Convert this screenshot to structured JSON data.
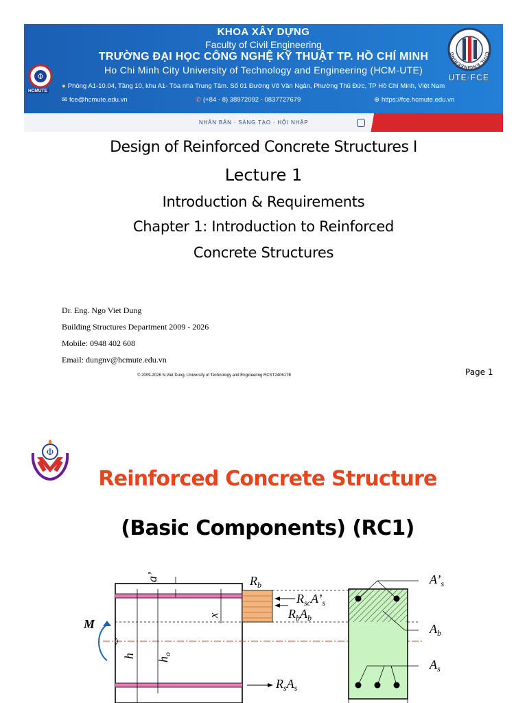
{
  "banner": {
    "khoa": "KHOA XÂY DỰNG",
    "faculty": "Faculty of Civil Engineering",
    "truong": "TRƯỜNG ĐẠI HỌC CÔNG NGHỆ KỸ THUẬT TP. HỒ CHÍ MINH",
    "university": "Ho Chi Minh City University of Technology and Engineering (HCM-UTE)",
    "address": "Phòng A1-10.04, Tầng 10, khu A1- Tòa nhà Trung Tâm. Số 01 Đường Võ Văn Ngân, Phường Thủ Đức, TP Hồ Chí Minh, Việt Nam",
    "email": "fce@hcmute.edu.vn",
    "phone": "(+84 - 8) 38972092 - 0837727679",
    "website": "https://fce.hcmute.edu.vn",
    "motto": "NHÂN BẢN · SÁNG TẠO · HỘI NHẬP",
    "left_logo_label": "HCMUTE",
    "right_logo_label": "UTE-FCE",
    "right_logo_ring_text": "CIVIL ENGINEERING",
    "colors": {
      "background": "#1f6fc6",
      "accent_red": "#d9262b"
    }
  },
  "title": {
    "line1": "Design of Reinforced Concrete Structures I",
    "line2": "Lecture 1",
    "line3": "Introduction & Requirements",
    "line4": "Chapter 1: Introduction to Reinforced",
    "line5": "Concrete Structures"
  },
  "author": {
    "name": "Dr. Eng. Ngo Viet Dung",
    "department": "Building Structures Department 2009 - 2026",
    "mobile": "Mobile: 0948 402 608",
    "email": "Email: dungnv@hcmute.edu.vn"
  },
  "copyright": "© 2009-2026 N.Viet Dung, University of Technology and Engineering RCST240617E",
  "page_label": "Page 1",
  "slide2": {
    "title": "Reinforced Concrete Structure",
    "subtitle": "(Basic Components) (RC1)",
    "title_color": "#e8431b"
  },
  "diagram": {
    "labels": {
      "a_prime": "a’",
      "x": "x",
      "h": "h",
      "h0": "h",
      "h0_sub": "o",
      "M": "M",
      "Rb": "R",
      "Rb_sub": "b",
      "RscAs": "R",
      "RscAs_sub": "sc",
      "RscAs_tail": "A’",
      "RscAs_tail_sub": "s",
      "RbAb": "R",
      "RbAb_sub": "b",
      "RbAb_tail": "A",
      "RbAb_tail_sub": "b",
      "RsAs": "R",
      "RsAs_sub": "s",
      "RsAs_tail": "A",
      "RsAs_tail_sub": "s",
      "As_prime": "A’",
      "As_prime_sub": "s",
      "Ab": "A",
      "Ab_sub": "b",
      "As": "A",
      "As_sub": "s"
    },
    "colors": {
      "rebar": "#e87bb5",
      "stress_block": "#f2b37c",
      "section_fill": "#c9f3c0",
      "axis": "#e53935",
      "moment_arrow": "#1565c0"
    }
  }
}
